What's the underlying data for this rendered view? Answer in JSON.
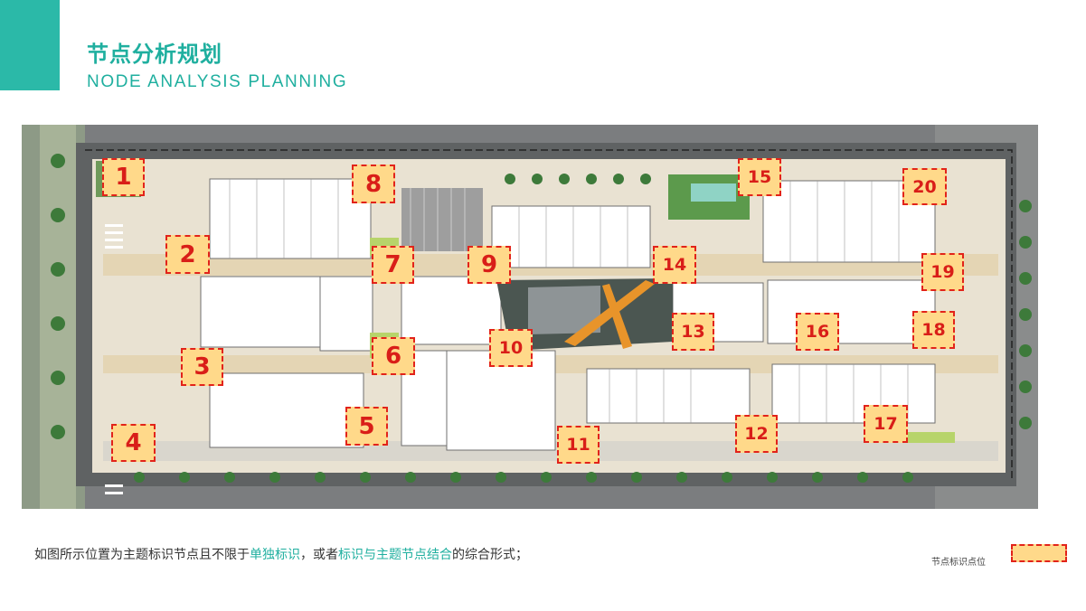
{
  "header": {
    "title": "节点分析规划",
    "subtitle": "NODE ANALYSIS PLANNING"
  },
  "nodes": [
    "1",
    "2",
    "3",
    "4",
    "5",
    "6",
    "7",
    "8",
    "9",
    "10",
    "11",
    "12",
    "13",
    "14",
    "15",
    "16",
    "17",
    "18",
    "19",
    "20"
  ],
  "caption": {
    "part1": "如图所示位置为主题标识节点且不限于",
    "highlight1": "单独标识",
    "part2": "，或者",
    "highlight2": "标识与主题节点结合",
    "part3": "的综合形式；"
  },
  "legend": {
    "label": "节点标识点位"
  },
  "colors": {
    "accent": "#2bb9a8",
    "title": "#1faf9f",
    "node_fill": "#ffd98a",
    "node_border": "#e2231a",
    "node_text": "#d91e18"
  }
}
